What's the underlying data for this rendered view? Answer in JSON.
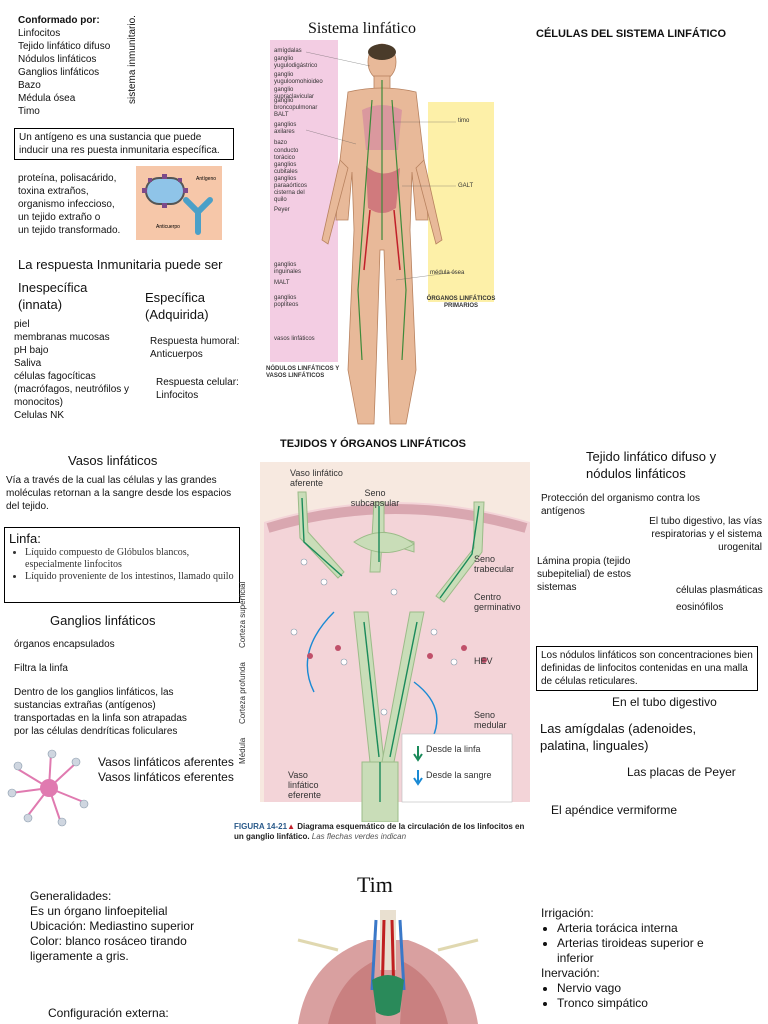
{
  "conformado": {
    "title": "Conformado por:",
    "items": [
      "Linfocitos",
      "Tejido linfático difuso",
      "Nódulos linfáticos",
      "Ganglios linfáticos",
      "Bazo",
      "Médula ósea",
      "Timo"
    ],
    "vertical": "sistema inmunitario."
  },
  "antigeno": {
    "def": "Un antígeno es una sustancia que puede inducir una res puesta inmunitaria específica.",
    "list": [
      "proteína, polisacárido,",
      "toxina extraños,",
      "organismo infeccioso,",
      "un tejido extraño o",
      "un tejido transformado."
    ],
    "img_labels": {
      "antigeno": "Antígeno",
      "anticuerpo": "Anticuerpo"
    }
  },
  "respuesta": {
    "title": "La respuesta Inmunitaria puede ser",
    "inespecifica": "Inespecífica (innata)",
    "inespecifica_items": [
      "piel",
      "membranas mucosas",
      "pH bajo",
      "Saliva",
      "células fagocíticas (macrófagos, neutrófilos y monocitos)",
      "Celulas NK"
    ],
    "especifica": "Específica (Adquirida)",
    "humoral": "Respuesta humoral: Anticuerpos",
    "celular": "Respuesta celular: Linfocitos"
  },
  "sistema": {
    "title": "Sistema linfático",
    "labels_left": [
      "amígdalas",
      "ganglio yugulodigástrico",
      "ganglio yuguloomohioideo",
      "ganglio supraclavicular",
      "ganglio broncopulmonar",
      "BALT",
      "ganglios axilares",
      "bazo",
      "conducto torácico",
      "ganglios cubitales",
      "ganglios paraaórticos",
      "cisterna del quilo",
      "Peyer",
      "ganglios inguinales",
      "MALT",
      "ganglios poplíteos",
      "vasos linfáticos"
    ],
    "label_timo": "timo",
    "label_galt": "GALT",
    "label_medula": "médula ósea",
    "primarios": "ÓRGANOS LINFÁTICOS PRIMARIOS",
    "nodulos": "NÓDULOS LINFÁTICOS Y VASOS LINFÁTICOS"
  },
  "celulas_title": "CÉLULAS DEL SISTEMA LINFÁTICO",
  "tejidos_title": "TEJIDOS Y ÓRGANOS LINFÁTICOS",
  "vasos": {
    "title": "Vasos linfáticos",
    "desc": "Vía a través de la cual las células y las grandes moléculas retornan a la sangre desde los espacios del tejido.",
    "linfa_title": "Linfa:",
    "linfa_items": [
      "Líquido compuesto de Glóbulos blancos, especialmente linfocitos",
      "Líquido proveniente de los intestinos, llamado quilo"
    ]
  },
  "ganglios": {
    "title": "Ganglios linfáticos",
    "p1": "órganos encapsulados",
    "p2": "Filtra la linfa",
    "p3": "Dentro de los ganglios linfáticos, las sustancias extrañas (antígenos) transportadas en la linfa son atrapadas por las células dendríticas foliculares",
    "aferentes": "Vasos linfáticos aferentes",
    "eferentes": "Vasos linfáticos eferentes"
  },
  "ganglio_fig": {
    "vaso_aferente": "Vaso linfático aferente",
    "seno_subcapsular": "Seno subcapsular",
    "seno_trabecular": "Seno trabecular",
    "centro": "Centro germinativo",
    "hev": "HEV",
    "seno_medular": "Seno medular",
    "vaso_eferente": "Vaso linfático eferente",
    "corteza_sup": "Corteza superficial",
    "corteza_prof": "Corteza profunda",
    "medula": "Médula",
    "desde_linfa": "Desde la linfa",
    "desde_sangre": "Desde la sangre",
    "caption_bold": "FIGURA 14-21",
    "caption_rest": " Diagrama esquemático de la circulación de los linfocitos en un ganglio linfático.",
    "caption_italic": " Las flechas verdes indican"
  },
  "difuso": {
    "title": "Tejido linfático difuso y nódulos linfáticos",
    "proteccion": "Protección del organismo contra los antígenos",
    "tubo": "El tubo digestivo, las vías respiratorias y el sistema urogenital",
    "lamina": "Lámina propia (tejido subepitelial) de estos sistemas",
    "plasmaticas": "células plasmáticas",
    "eosinofilos": "eosinófilos",
    "nodulos_def": "Los nódulos linfáticos son concentraciones bien definidas de linfocitos contenidas en una malla de células reticulares.",
    "tubo_digestivo": "En el tubo digestivo",
    "amigdalas": "Las amígdalas (adenoides, palatina, linguales)",
    "peyer": "Las placas de Peyer",
    "apendice": "El apéndice vermiforme"
  },
  "timo": {
    "title": "Tim",
    "generalidades": "Generalidades:",
    "g1": "Es un órgano linfoepitelial",
    "g2": "Ubicación: Mediastino superior",
    "g3": "Color: blanco rosáceo tirando ligeramente a gris.",
    "config": "Configuración externa:",
    "irrigacion": "Irrigación:",
    "irr_items": [
      "Arteria torácica interna",
      "Arterias tiroideas superior e inferior"
    ],
    "inervacion": "Inervación:",
    "inerv_items": [
      "Nervio vago",
      "Tronco simpático"
    ]
  },
  "colors": {
    "lymph_green": "#1a8a5a",
    "blood_blue": "#1a8ad4",
    "skin": "#e8b999",
    "pink_panel": "#f3cde3",
    "yellow_panel": "#fdf0a8"
  }
}
